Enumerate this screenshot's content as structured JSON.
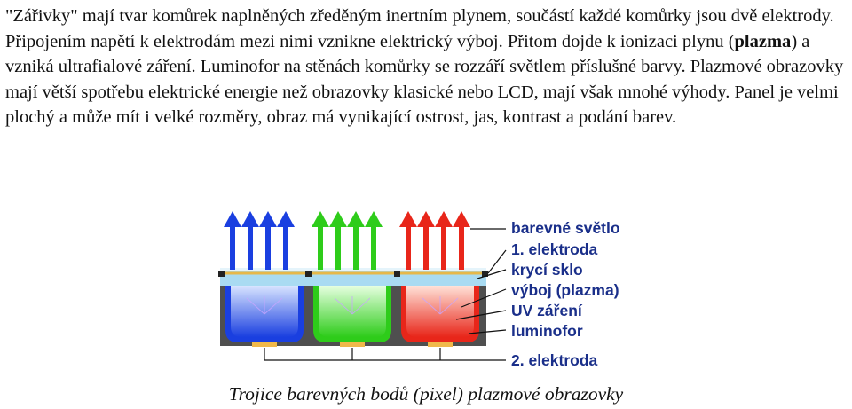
{
  "text": {
    "p1": "\"Zářivky\" mají tvar komůrek naplněných zředěným inertním plynem, součástí každé komůrky jsou dvě elektrody. Připojením napětí k elektrodám mezi nimi vznikne elektrický výboj. Přitom dojde k ionizaci plynu (",
    "p_bold": "plazma",
    "p2": ") a vzniká ultrafialové záření. Luminofor na stěnách komůrky se rozzáří světlem příslušné barvy. Plazmové obrazovky mají větší spotřebu elektrické energie než obrazovky klasické nebo LCD, mají však mnohé výhody. Panel je velmi plochý a může mít i velké rozměry, obraz má vynikající ostrost, jas, kontrast a podání barev."
  },
  "figure": {
    "labels": [
      "barevné světlo",
      "1. elektroda",
      "krycí sklo",
      "výboj (plazma)",
      "UV záření",
      "luminofor",
      "2. elektroda"
    ],
    "colors": {
      "blue": "#1a3fe0",
      "green": "#2ecc1a",
      "red": "#e8261a",
      "glass": "#a9dbf2",
      "electrode_strip": "#e6b84a",
      "panel_dark": "#5a5a5a",
      "label": "#1a2f8a"
    },
    "caption": "Trojice barevných bodů (pixel) plazmové obrazovky"
  }
}
